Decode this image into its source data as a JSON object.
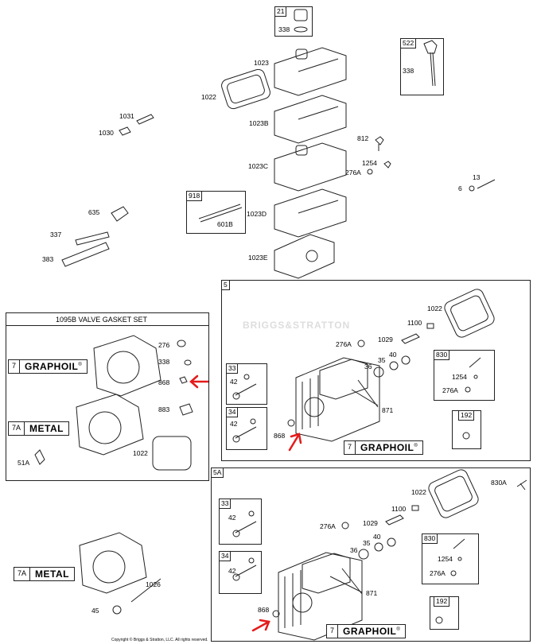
{
  "labels": {
    "p21": "21",
    "p338a": "338",
    "p522": "522",
    "p338b": "338",
    "p1023": "1023",
    "p1022a": "1022",
    "p1023b": "1023B",
    "p1031": "1031",
    "p1030": "1030",
    "p812": "812",
    "p1254a": "1254",
    "p276a_top": "276A",
    "p13": "13",
    "p6": "6",
    "p1023c": "1023C",
    "p918": "918",
    "p601b": "601B",
    "p1023d": "1023D",
    "p635": "635",
    "p337": "337",
    "p383": "383",
    "p1023e": "1023E",
    "p5": "5",
    "p1022b": "1022",
    "p1100a": "1100",
    "p276a_b5": "276A",
    "p1029a": "1029",
    "p40a": "40",
    "p35a": "35",
    "p36a": "36",
    "p830a": "830",
    "p1254b": "1254",
    "p276a_c": "276A",
    "p33a": "33",
    "p42a": "42",
    "p34a": "34",
    "p42b": "42",
    "p871a": "871",
    "p868a": "868",
    "p192a": "192",
    "p276": "276",
    "p338c": "338",
    "p868b": "868",
    "p883": "883",
    "p1022c": "1022",
    "p51a": "51A",
    "p5a": "5A",
    "p1022d": "1022",
    "p830a_r": "830A",
    "p1100b": "1100",
    "p276a_d": "276A",
    "p1029b": "1029",
    "p40b": "40",
    "p35b": "35",
    "p36b": "36",
    "p830b": "830",
    "p1254c": "1254",
    "p276a_e": "276A",
    "p33b": "33",
    "p42c": "42",
    "p34b": "34",
    "p42d": "42",
    "p871b": "871",
    "p868c": "868",
    "p192b": "192",
    "p1026": "1026",
    "p45": "45"
  },
  "gasket_set": {
    "title": "1095B VALVE GASKET SET"
  },
  "kits": {
    "graphoil_num": "7",
    "graphoil_name": "GRAPHOIL",
    "metal_num": "7A",
    "metal_name": "METAL",
    "registered": "®"
  },
  "watermark": "BRIGGS&STRATTON",
  "copyright": "Copyright © Briggs & Stratton, LLC. All rights reserved.",
  "colors": {
    "arrow": "#e41b1b",
    "line": "#222222"
  }
}
